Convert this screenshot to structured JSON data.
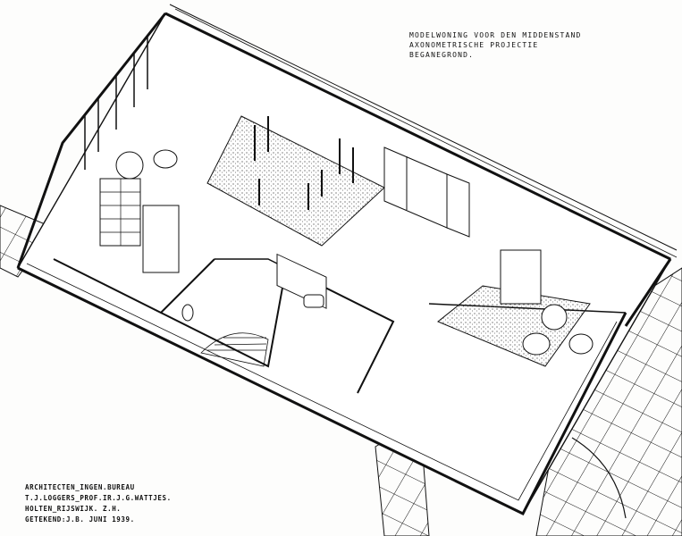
{
  "title": {
    "lines": [
      "MODELWONING VOOR DEN MIDDENSTAND",
      "AXONOMETRISCHE PROJECTIE",
      "BEGANEGROND."
    ]
  },
  "credits": {
    "lines": [
      "ARCHITECTEN_INGEN.BUREAU",
      "T.J.LOGGERS_PROF.IR.J.G.WATTJES.",
      "HOLTEN_RIJSWIJK. Z.H.",
      "GETEKEND:J.B. JUNI 1939."
    ]
  },
  "colors": {
    "ink": "#111111",
    "paper": "#fdfdfc"
  }
}
